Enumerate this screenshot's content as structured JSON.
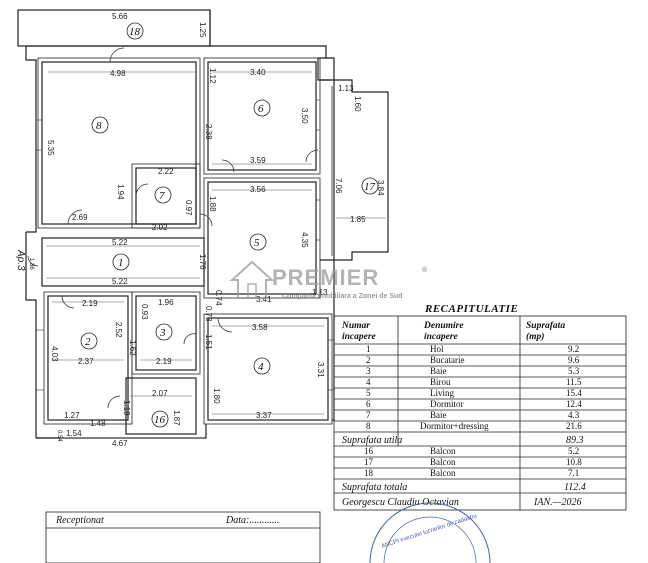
{
  "dimensions": {
    "top_5_66": "5.66",
    "top_1_25": "1.25",
    "r8_top": "4.98",
    "r6_top": "3.40",
    "r6_left": "1.12",
    "r8_left": "5.35",
    "r6_mid": "2.38",
    "r6_right": "3.50",
    "b_1_13": "1.13",
    "b_1_60": "1.60",
    "r6_bottom": "3.59",
    "r7_top": "2.22",
    "r7_left": "1.94",
    "r7_right": "0.97",
    "r7_bottom": "2.02",
    "r8_door": "2.69",
    "r5_top": "3.56",
    "r5_left": "1.88",
    "r17_706": "7.06",
    "r17_384": "3.84",
    "r17_185": "1.85",
    "r5_right": "4.35",
    "hall_top": "5.22",
    "hall_left": "1.76",
    "hall_bottom": "5.22",
    "ap_label": "Ap.3",
    "ap_small": "1.36",
    "r5_bottom": "3.41",
    "r5_13": "1.13",
    "r2_top": "2.19",
    "r3_top": "1.96",
    "r3_074": "0.74",
    "r3_093": "0.93",
    "r3_252": "2.52",
    "r3_162": "1.62",
    "r3_073": "0.73",
    "r4_top": "3.58",
    "r4_151": "1.51",
    "r2_left": "4.03",
    "r2_bottom": "2.37",
    "r3_bottom": "2.19",
    "r4_right": "3.31",
    "b16_top": "2.07",
    "b16_119": "1.19",
    "b16_180": "1.80",
    "r2_27": "1.27",
    "r2_148": "1.48",
    "r2_154": "1.54",
    "b16_187": "1.87",
    "r4_bottom": "3.37",
    "b16_054": "0.54",
    "b16_bottom": "4.67"
  },
  "rooms": {
    "r1": "1",
    "r2": "2",
    "r3": "3",
    "r4": "4",
    "r5": "5",
    "r6": "6",
    "r7": "7",
    "r8": "8",
    "r16": "16",
    "r17": "17",
    "r18": "18"
  },
  "watermark": {
    "brand": "PREMIER",
    "registered": "®",
    "tagline": "Compania imobiliara a Zonei de Sud"
  },
  "recap": {
    "title": "RECAPITULATIE",
    "headers": {
      "col1": [
        "Numar",
        "incapere"
      ],
      "col2": [
        "Denumire",
        "incapere"
      ],
      "col3": [
        "Suprafata",
        "(mp)"
      ]
    },
    "rows": [
      {
        "nr": "1",
        "name": "Hol",
        "area": "9.2"
      },
      {
        "nr": "2",
        "name": "Bucatarie",
        "area": "9.6"
      },
      {
        "nr": "3",
        "name": "Baie",
        "area": "5.3"
      },
      {
        "nr": "4",
        "name": "Birou",
        "area": "11.5"
      },
      {
        "nr": "5",
        "name": "Living",
        "area": "15.4"
      },
      {
        "nr": "6",
        "name": "Dormitor",
        "area": "12.4"
      },
      {
        "nr": "7",
        "name": "Baie",
        "area": "4.3"
      },
      {
        "nr": "8",
        "name": "Dormitor+dressing",
        "area": "21.6"
      }
    ],
    "useful_label": "Suprafata utila",
    "useful_value": "89.3",
    "balconies": [
      {
        "nr": "16",
        "name": "Balcon",
        "area": "5.2"
      },
      {
        "nr": "17",
        "name": "Balcon",
        "area": "10.8"
      },
      {
        "nr": "18",
        "name": "Balcon",
        "area": "7.1"
      }
    ],
    "total_label": "Suprafata totala",
    "total_value": "112.4"
  },
  "signature": {
    "author": "Georgescu Claudiu Octavian",
    "date": "IAN.—2026",
    "stamp_text": "ANCPI executel lucrarilor de cadastru"
  },
  "receptionat": {
    "label": "Receptionat",
    "date_label": "Data:............"
  }
}
